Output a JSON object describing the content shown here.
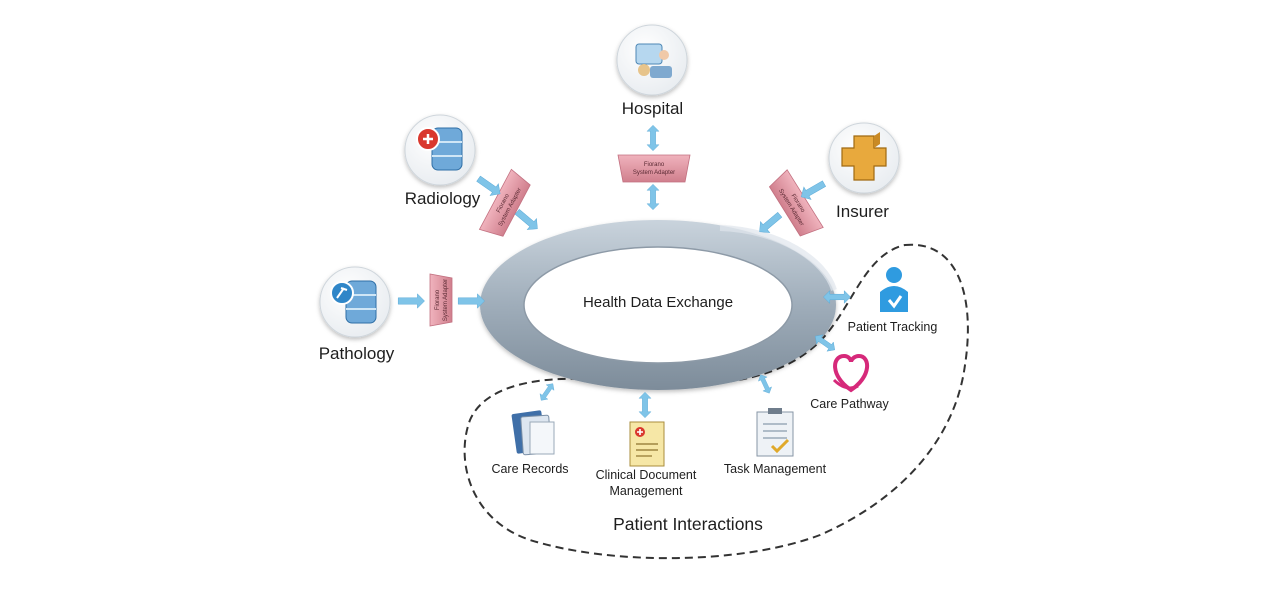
{
  "hub": {
    "label": "Health Data Exchange"
  },
  "adapter": {
    "line1": "Fiorano",
    "line2": "System Adapter"
  },
  "systems": {
    "hospital": "Hospital",
    "radiology": "Radiology",
    "insurer": "Insurer",
    "pathology": "Pathology"
  },
  "patient_interactions": {
    "title": "Patient Interactions",
    "patient_tracking": "Patient Tracking",
    "care_pathway": "Care Pathway",
    "care_records": "Care Records",
    "clinical_document_line1": "Clinical Document",
    "clinical_document_line2": "Management",
    "task_management": "Task Management"
  },
  "colors": {
    "ring": "#a9b6c2",
    "arrow": "#7fc4e8",
    "adapter": "#de9aa6",
    "dash": "#333333"
  }
}
